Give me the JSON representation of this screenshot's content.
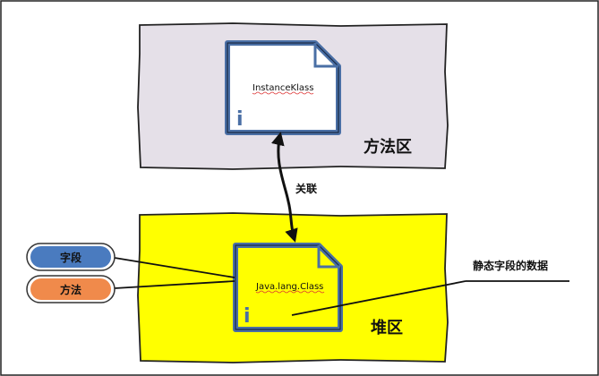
{
  "method_area": {
    "label": "方法区",
    "fill": "#e5e0e8",
    "file_label": "InstanceKlass"
  },
  "heap": {
    "label": "堆区",
    "fill": "#ffff00",
    "file_label": "Java.lang.Class"
  },
  "link_label": "关联",
  "callouts": {
    "fields": {
      "label": "字段",
      "color": "#4a7bbf"
    },
    "methods": {
      "label": "方法",
      "color": "#f08a4b"
    },
    "static_data": {
      "label": "静态字段的数据"
    }
  },
  "colors": {
    "document_border": "#4a6fa5",
    "outline": "#222222"
  }
}
